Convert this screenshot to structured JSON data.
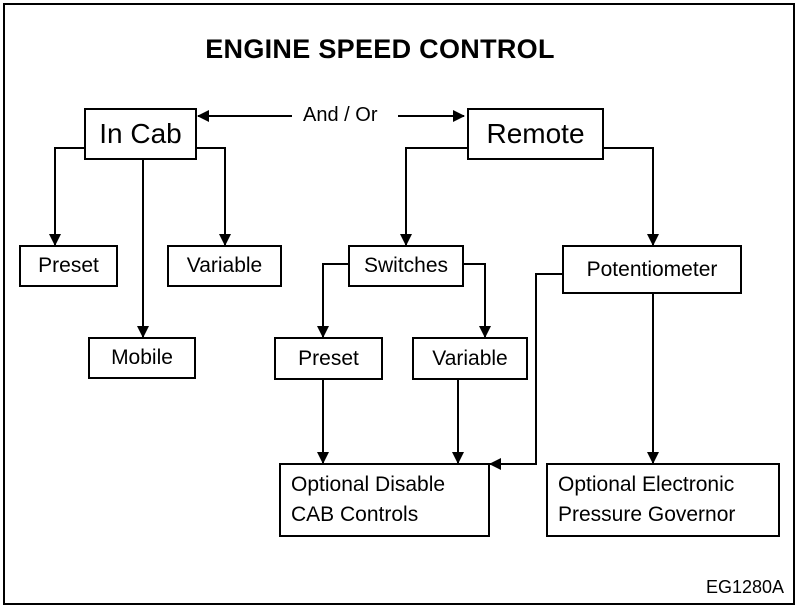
{
  "title": "ENGINE SPEED CONTROL",
  "connector_label": "And / Or",
  "nodes": {
    "in_cab": "In Cab",
    "remote": "Remote",
    "preset_cab": "Preset",
    "variable_cab": "Variable",
    "mobile": "Mobile",
    "switches": "Switches",
    "potentiometer": "Potentiometer",
    "preset_switch": "Preset",
    "variable_switch": "Variable",
    "disable_line1": "Optional Disable",
    "disable_line2": "CAB Controls",
    "governor_line1": "Optional Electronic",
    "governor_line2": "Pressure Governor"
  },
  "figure_code": "EG1280A"
}
